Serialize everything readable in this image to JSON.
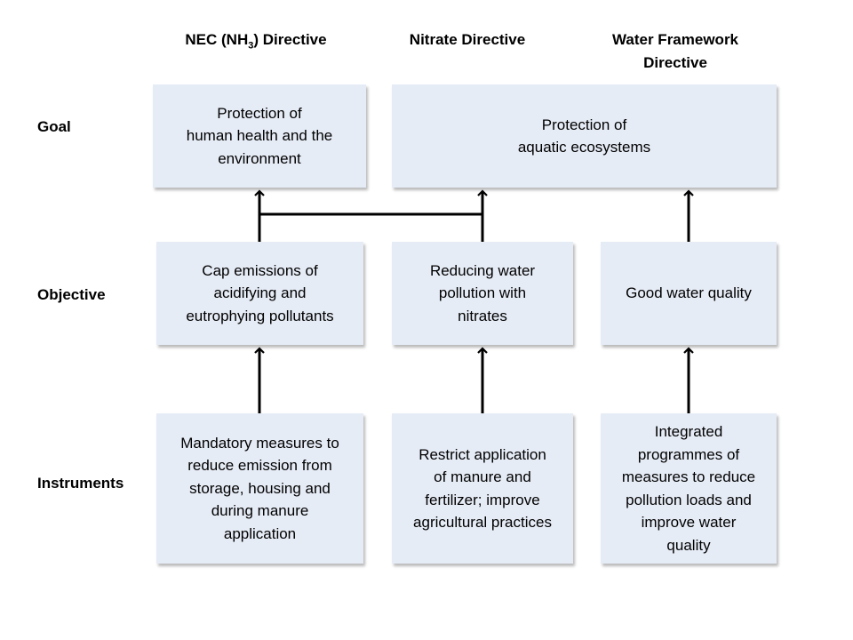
{
  "headers": {
    "nec": {
      "prefix": "NEC (NH",
      "sub": "3",
      "suffix": ") Directive"
    },
    "nitrate": "Nitrate Directive",
    "water": "Water Framework\nDirective"
  },
  "rows": {
    "goal": "Goal",
    "objective": "Objective",
    "instruments": "Instruments"
  },
  "boxes": {
    "goal_health": "Protection of\nhuman health and the\nenvironment",
    "goal_aquatic": "Protection of\naquatic ecosystems",
    "obj_emissions": "Cap emissions of\nacidifying and\neutrophying pollutants",
    "obj_nitrates": "Reducing water\npollution with\nnitrates",
    "obj_water": "Good water quality",
    "inst_mandatory": "Mandatory measures to\nreduce emission from\nstorage, housing and\nduring manure\napplication",
    "inst_restrict": "Restrict application\nof manure and\nfertilizer; improve\nagricultural practices",
    "inst_integrated": "Integrated\nprogrammes of\nmeasures to reduce\npollution loads and\nimprove water\nquality"
  },
  "colors": {
    "box_fill": "#e6ecf6",
    "arrow": "#000000"
  }
}
